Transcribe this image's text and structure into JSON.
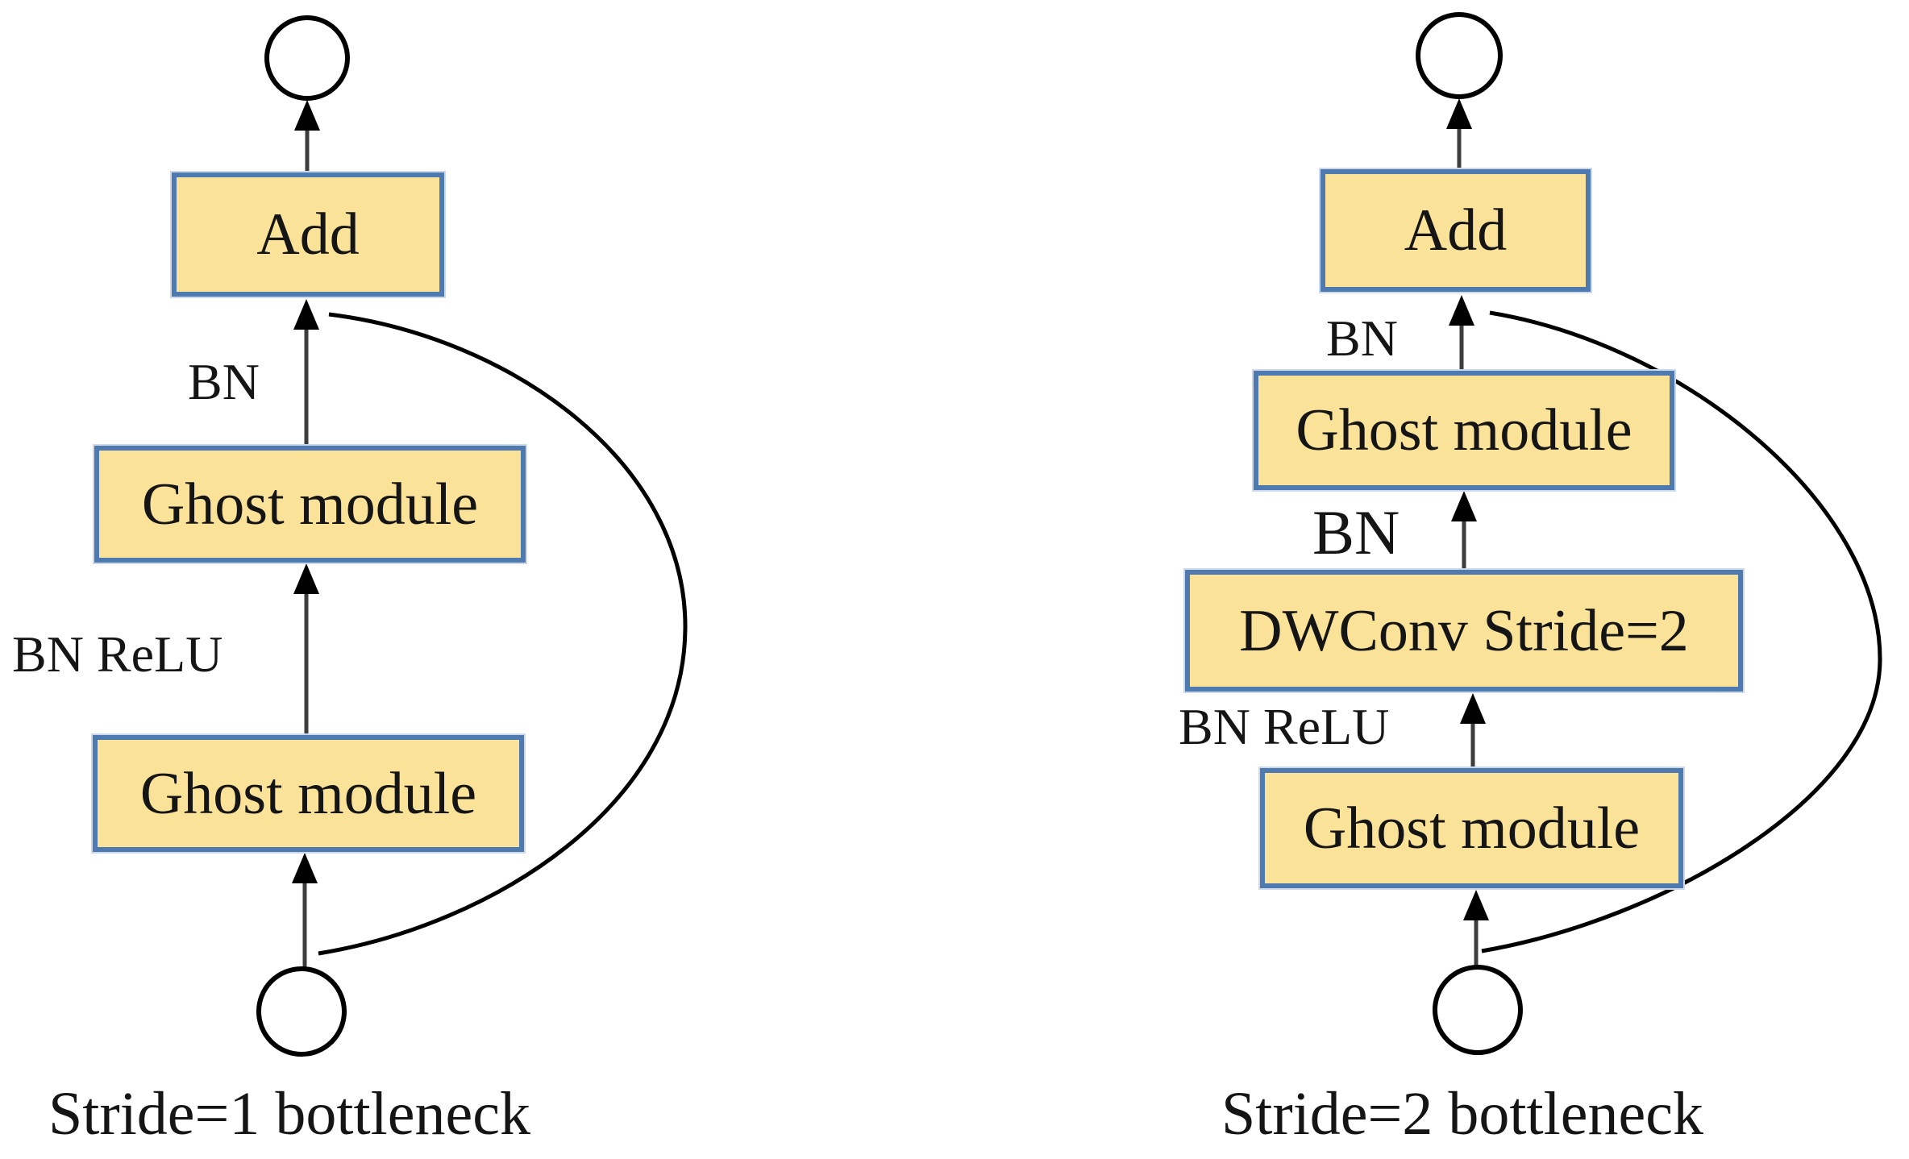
{
  "figure": {
    "colors": {
      "box_fill": "#FAE299",
      "box_border": "#4F7AB0",
      "line_color": "#3d3d3d",
      "text_color": "#151515"
    },
    "left": {
      "caption": "Stride=1 bottleneck",
      "boxes": {
        "add": "Add",
        "ghost_top": "Ghost module",
        "ghost_bottom": "Ghost module"
      },
      "labels": {
        "bn": "BN",
        "bn_relu": "BN ReLU"
      }
    },
    "right": {
      "caption": "Stride=2 bottleneck",
      "boxes": {
        "add": "Add",
        "ghost_top": "Ghost module",
        "dwconv": "DWConv Stride=2",
        "ghost_bottom": "Ghost module"
      },
      "labels": {
        "bn_top": "BN",
        "bn_mid": "BN",
        "bn_relu": "BN ReLU"
      }
    }
  }
}
